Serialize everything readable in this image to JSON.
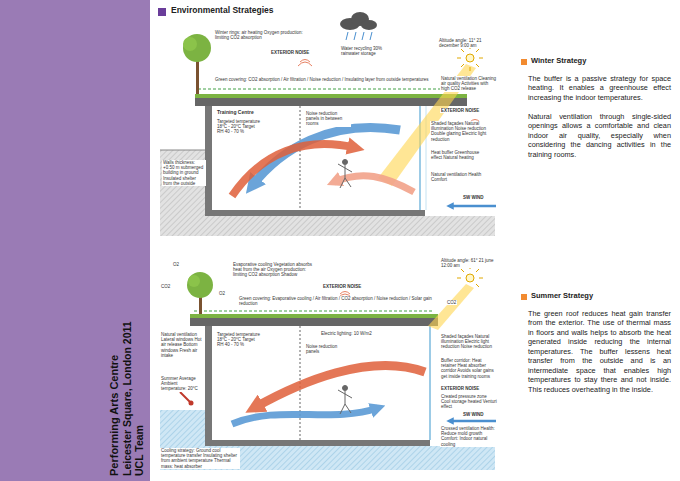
{
  "diagram": {
    "title": "Environmental Strategies",
    "nodes": [
      {
        "text": [
          "Performing Arts Centre",
          "Leicester Square, London 2011",
          "UCL Team"
        ]
      }
    ],
    "labels": [
      "Winter rings: air heating Oxygen production: limiting CO2 absorption",
      "EXTERIOR NOISE",
      "Water recycling 30% rainwater storage",
      "Altitude angle: 11° 21 december 9:00 am",
      "Green covering: CO2 absorption / Air filtration / Noise reduction / Insulating layer from outside temperatures",
      "Natural ventilation Cleaning air quality Activities with high CO2 release",
      "EXTERIOR NOISE",
      "Training Centre",
      "Targeted temperature 18°C - 20°C Target RH 40 - 70 %",
      "Noise reduction panels in between rooms",
      "Shaded façades Natural illumination Noise reduction Double glazing Electric light reduction",
      "Heat buffer Greenhouse effect Natural heating",
      "Natural ventilation Health Comfort",
      "Walls thickness: +0.50 m submerged building in ground Insulated shelter from the outside",
      "SW WIND",
      "O2",
      "CO2",
      "O2",
      "Evaporative cooling Vegetation absorbs heat from the air Oxygen production: limiting CO2 absorption Shadow",
      "EXTERIOR NOISE",
      "Altitude angle: 61° 21 june 12:00 am",
      "Green covering: Evaporative cooling / Air filtration / CO2 absorption / Noise reduction / Solar gain reduction",
      "CO2",
      "Electric lighting: 10 W/m2",
      "Shaded façades Natural illumination Electric light reduction Noise reduction",
      "Buffer corridor: Heat retainer Heat absorber corridor Avoids solar gains get inside training rooms",
      "EXTERIOR NOISE",
      "Created pressure zone Cool storage heated Venturi effect",
      "SW WIND",
      "Crossed ventilation Health: Reduce mold growth Comfort: Indoor natural cooling",
      "Natural ventilation Lateral windows Hot air release Bottom windows Fresh air intake",
      "Summer Average Ambient temperature: 20°C",
      "Targeted temperature 18°C - 20°C Target RH 40 - 70 %",
      "Noise reduction panels",
      "Cooling strategy: Ground cool temperature transfer Insulating shelter from ambient temperature Thermal mass: heat absorber",
      "Winter Strategy",
      "The buffer is a passive strategy for space heating. It enables a greenhouse effect increasing the indoor temperatures.",
      "Natural ventilation through single-sided openings allows a comfortable and clean indoor air quality, especially when considering the dancing activities in the training rooms.",
      "Summer Strategy",
      "The green roof reduces heat gain transfer from the exterior. The use of thermal mass in floors and walls helps to absorb the heat generated inside reducing the internal temperatures. The buffer lessens heat transfer from the outside and is an intermediate space that enables high temperatures to stay there and not inside. This reduces overheating in the inside."
    ]
  }
}
